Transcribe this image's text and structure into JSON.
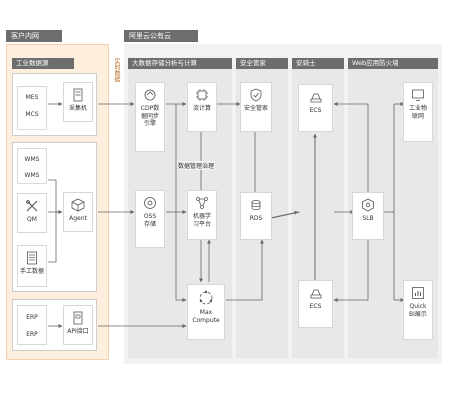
{
  "regions": {
    "customer_label": "客户内网",
    "cloud_label": "阿里云公有云"
  },
  "customer": {
    "group_label": "工业数据源",
    "sources": [
      "MES",
      "MCS",
      "WMS",
      "WMS",
      "QM",
      "手工数据",
      "ERP",
      "ERP"
    ],
    "collector_label": "采集机",
    "agent_label": "Agent",
    "api_label": "API接口",
    "vertical_label": "实时数据"
  },
  "cloud": {
    "sections": {
      "bigdata": "大数据存储分析与计算",
      "security": "安全管家",
      "shield": "安骑士",
      "waf": "Web应用防火墙"
    },
    "governance_label": "数据管理治理",
    "nodes": {
      "cdp": "CDP数\n据同步\n引擎",
      "stream": "流计算",
      "oss": "OSS\n存储",
      "ml": "机器学\n习平台",
      "maxcompute": "Max\nCompute",
      "security_node": "安全管家",
      "rds": "RDS",
      "ecs1": "ECS",
      "ecs2": "ECS",
      "slb": "SLB",
      "industrial": "工业物\n联网",
      "quickbi": "Quick\nBI展示"
    }
  },
  "colors": {
    "header_bg": "#6d6d6d",
    "customer_bg": "#fdeedd",
    "cloud_bg": "#f2f2f2",
    "accent": "#e58a2e"
  }
}
